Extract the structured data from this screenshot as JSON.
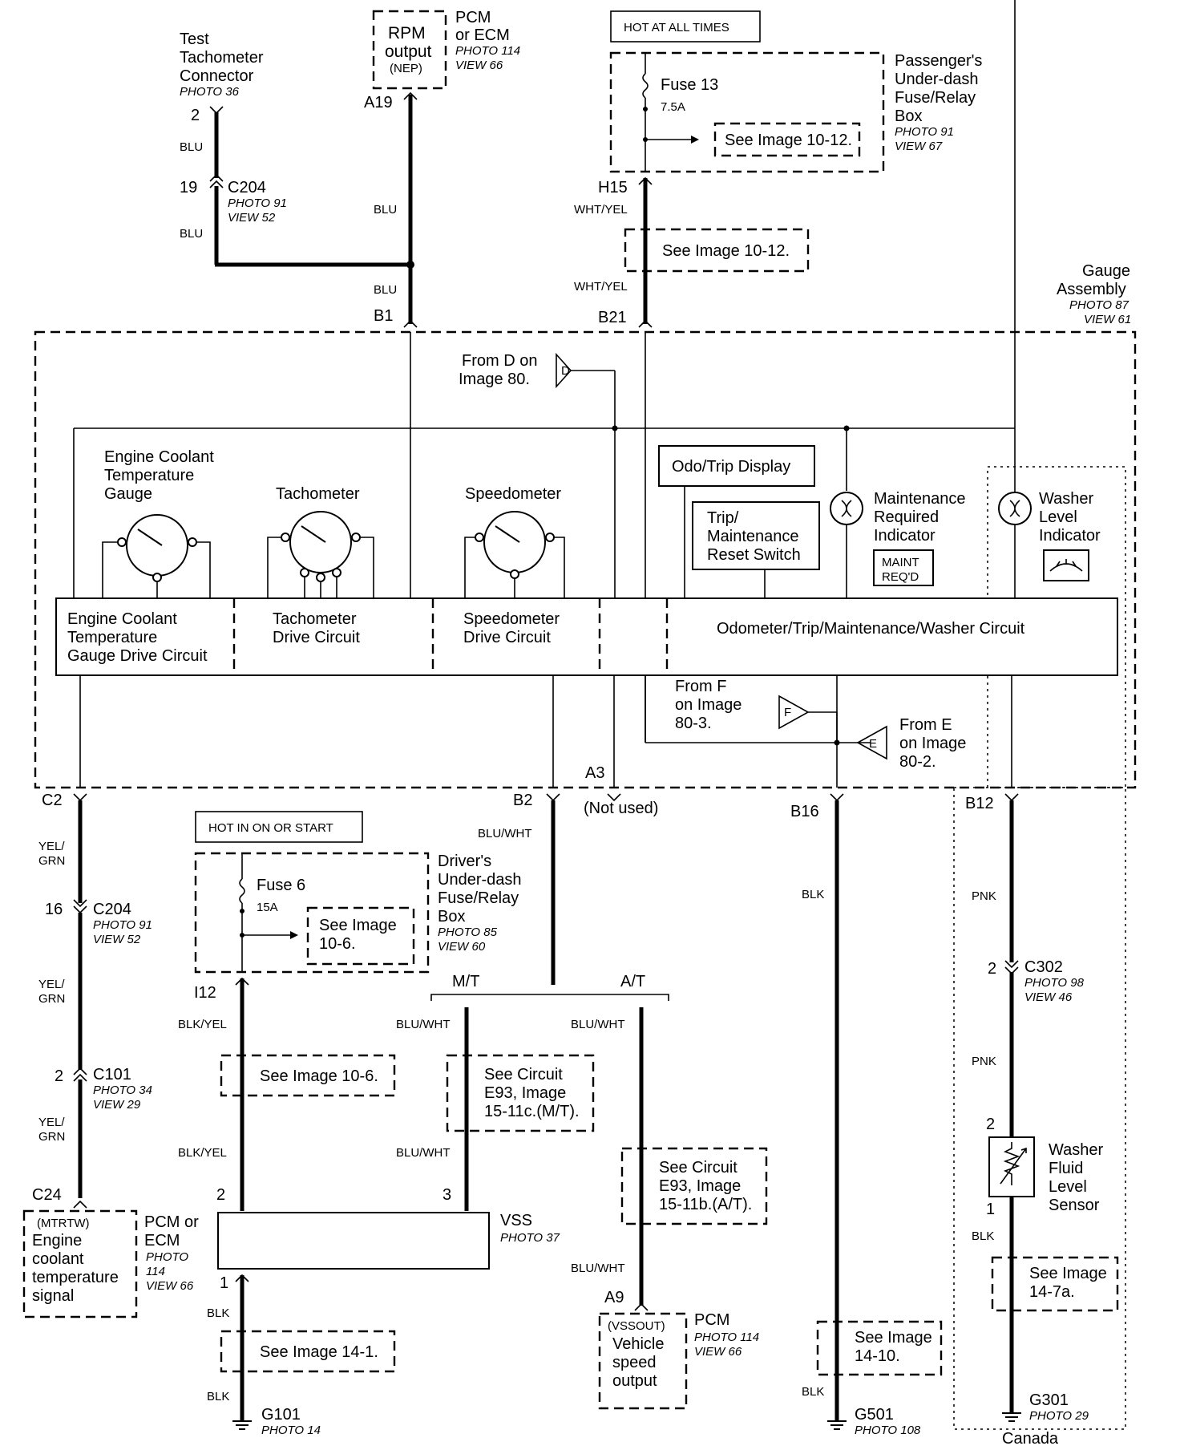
{
  "top": {
    "test_tach": {
      "line1": "Test",
      "line2": "Tachometer",
      "line3": "Connector",
      "photo": "PHOTO 36"
    },
    "rpm": {
      "line1": "RPM",
      "line2": "output",
      "line3": "(NEP)"
    },
    "pcm_top": {
      "line1": "PCM",
      "line2": "or ECM",
      "photo": "PHOTO 114",
      "view": "VIEW 66"
    },
    "hot_all": "HOT AT ALL TIMES",
    "fuse13": {
      "name": "Fuse 13",
      "rating": "7.5A",
      "see": "See Image 10-12."
    },
    "pass_box": {
      "line1": "Passenger's",
      "line2": "Under-dash",
      "line3": "Fuse/Relay",
      "line4": "Box",
      "photo": "PHOTO 91",
      "view": "VIEW 67"
    },
    "pin_2": "2",
    "wire_blu_1": "BLU",
    "pin_19": "19",
    "c204": "C204",
    "c204_photo": "PHOTO 91",
    "c204_view": "VIEW 52",
    "wire_blu_2": "BLU",
    "wire_blu_3": "BLU",
    "wire_blu_4": "BLU",
    "pin_a19": "A19",
    "pin_h15": "H15",
    "wire_whtyel_1": "WHT/YEL",
    "see_1012": "See Image 10-12.",
    "wire_whtyel_2": "WHT/YEL",
    "pin_b1": "B1",
    "pin_b21": "B21",
    "gauge": {
      "line1": "Gauge",
      "line2": "Assembly",
      "photo": "PHOTO 87",
      "view": "VIEW 61"
    }
  },
  "assembly": {
    "from_d": {
      "line1": "From D on",
      "line2": "Image 80.",
      "flag": "D"
    },
    "ect_gauge": {
      "line1": "Engine Coolant",
      "line2": "Temperature",
      "line3": "Gauge"
    },
    "tach": "Tachometer",
    "speedo": "Speedometer",
    "odo": "Odo/Trip Display",
    "trip_switch": {
      "line1": "Trip/",
      "line2": "Maintenance",
      "line3": "Reset Switch"
    },
    "maint": {
      "line1": "Maintenance",
      "line2": "Required",
      "line3": "Indicator",
      "badge1": "MAINT",
      "badge2": "REQ'D"
    },
    "washer_ind": {
      "line1": "Washer",
      "line2": "Level",
      "line3": "Indicator"
    },
    "ect_circuit": {
      "line1": "Engine Coolant",
      "line2": "Temperature",
      "line3": "Gauge Drive Circuit"
    },
    "tach_circuit": {
      "line1": "Tachometer",
      "line2": "Drive Circuit"
    },
    "speedo_circuit": {
      "line1": "Speedometer",
      "line2": "Drive Circuit"
    },
    "odo_circuit": "Odometer/Trip/Maintenance/Washer Circuit",
    "from_f": {
      "line1": "From F",
      "line2": "on Image",
      "line3": "80-3.",
      "flag": "F"
    },
    "from_e": {
      "line1": "From E",
      "line2": "on Image",
      "line3": "80-2.",
      "flag": "E"
    },
    "pin_a3": "A3"
  },
  "bottom": {
    "pin_c2": "C2",
    "pin_b2": "B2",
    "not_used": "(Not used)",
    "pin_b16": "B16",
    "pin_b12": "B12",
    "yelgrn_1a": "YEL/",
    "yelgrn_1b": "GRN",
    "pin_16": "16",
    "c204b": "C204",
    "c204b_photo": "PHOTO 91",
    "c204b_view": "VIEW 52",
    "yelgrn_2a": "YEL/",
    "yelgrn_2b": "GRN",
    "pin_2b": "2",
    "c101": "C101",
    "c101_photo": "PHOTO 34",
    "c101_view": "VIEW 29",
    "yelgrn_3a": "YEL/",
    "yelgrn_3b": "GRN",
    "pin_c24": "C24",
    "ect_signal": {
      "line1": "(MTRTW)",
      "line2": "Engine",
      "line3": "coolant",
      "line4": "temperature",
      "line5": "signal"
    },
    "pcm_left": {
      "line1": "PCM or",
      "line2": "ECM",
      "photo": "PHOTO",
      "photo2": "114",
      "view": "VIEW 66"
    },
    "hot_start": "HOT IN ON OR START",
    "fuse6": {
      "name": "Fuse 6",
      "rating": "15A",
      "see1": "See Image",
      "see2": "10-6."
    },
    "driver_box": {
      "line1": "Driver's",
      "line2": "Under-dash",
      "line3": "Fuse/Relay",
      "line4": "Box",
      "photo": "PHOTO 85",
      "view": "VIEW 60"
    },
    "bluwht_1": "BLU/WHT",
    "mt": "M/T",
    "at": "A/T",
    "pin_i12": "I12",
    "blkyel_1": "BLK/YEL",
    "bluwht_2": "BLU/WHT",
    "bluwht_3": "BLU/WHT",
    "see_106": "See Image 10-6.",
    "see_e93_mt": {
      "line1": "See Circuit",
      "line2": "E93, Image",
      "line3": "15-11c.(M/T)."
    },
    "see_e93_at": {
      "line1": "See Circuit",
      "line2": "E93, Image",
      "line3": "15-11b.(A/T)."
    },
    "blkyel_2": "BLK/YEL",
    "bluwht_4": "BLU/WHT",
    "pin_2c": "2",
    "pin_3": "3",
    "vss": {
      "name": "VSS",
      "photo": "PHOTO 37"
    },
    "pin_1": "1",
    "blk_1": "BLK",
    "see_141": "See Image 14-1.",
    "blk_2": "BLK",
    "g101": {
      "name": "G101",
      "photo": "PHOTO 14"
    },
    "bluwht_5": "BLU/WHT",
    "pin_a9": "A9",
    "vssout": {
      "line1": "(VSSOUT)",
      "line2": "Vehicle",
      "line3": "speed",
      "line4": "output"
    },
    "pcm_bottom": {
      "line1": "PCM",
      "photo": "PHOTO 114",
      "view": "VIEW 66"
    },
    "blk_3": "BLK",
    "see_1410": {
      "line1": "See Image",
      "line2": "14-10."
    },
    "blk_4": "BLK",
    "g501": {
      "name": "G501",
      "photo": "PHOTO 108"
    },
    "pnk_1": "PNK",
    "pin_2d": "2",
    "c302": "C302",
    "c302_photo": "PHOTO 98",
    "c302_view": "VIEW 46",
    "pnk_2": "PNK",
    "pin_2e": "2",
    "washer_sensor": {
      "line1": "Washer",
      "line2": "Fluid",
      "line3": "Level",
      "line4": "Sensor"
    },
    "pin_1b": "1",
    "blk_5": "BLK",
    "see_147a": {
      "line1": "See Image",
      "line2": "14-7a."
    },
    "g301": {
      "name": "G301",
      "photo": "PHOTO 29"
    },
    "canada": "Canada"
  }
}
